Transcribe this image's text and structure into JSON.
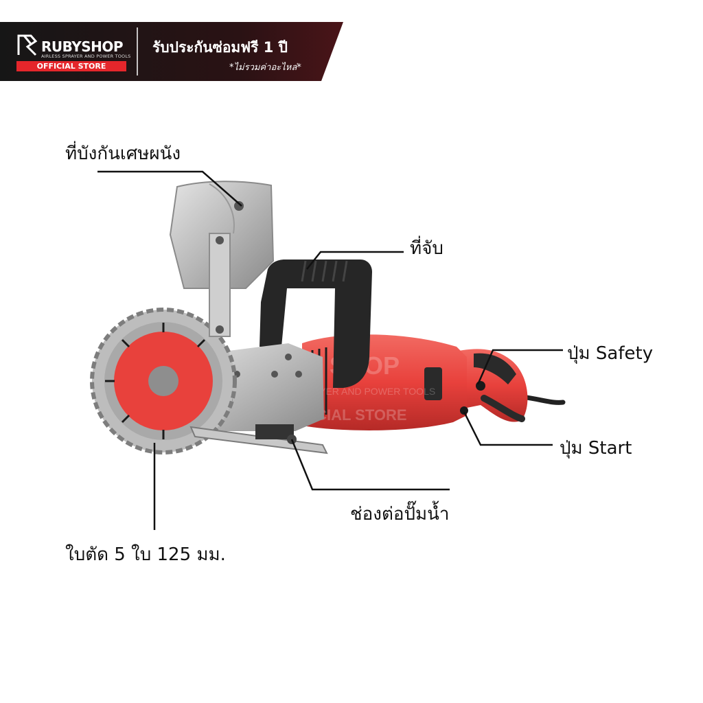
{
  "banner": {
    "brand_name": "RUBYSHOP",
    "brand_tagline": "AIRLESS SPRAYER AND POWER TOOLS",
    "store_badge": "OFFICIAL STORE",
    "warranty_title": "รับประกันซ่อมฟรี 1 ปี",
    "warranty_note": "*ไม่รวมค่าอะไหล่*",
    "colors": {
      "background": "#1a1a1a",
      "accent": "#e5262b"
    }
  },
  "product": {
    "name_icon": "wall-chaser-saw",
    "body_color": "#e8413c",
    "watermark_brand": "SHOP",
    "watermark_tagline": "AIRLESS SPRAYER AND POWER TOOLS",
    "watermark_store": "OFFICIAL STORE"
  },
  "callouts": {
    "guard": "ที่บังกันเศษผนัง",
    "handle": "ที่จับ",
    "safety_button": "ปุ่ม Safety",
    "start_button": "ปุ่ม Start",
    "water_pump_port": "ช่องต่อปั๊มน้ำ",
    "blade": "ใบตัด 5 ใบ 125 มม."
  }
}
